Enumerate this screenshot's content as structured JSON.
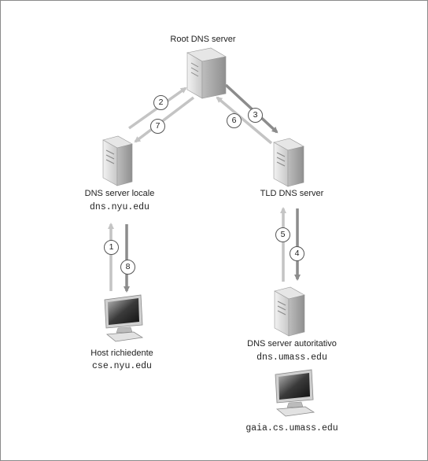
{
  "nodes": {
    "root": {
      "title": "Root DNS server"
    },
    "local": {
      "title": "DNS server locale",
      "host": "dns.nyu.edu"
    },
    "tld": {
      "title": "TLD DNS server"
    },
    "requester": {
      "title": "Host richiedente",
      "host": "cse.nyu.edu"
    },
    "auth": {
      "title": "DNS server autoritativo",
      "host": "dns.umass.edu"
    },
    "target": {
      "host": "gaia.cs.umass.edu"
    }
  },
  "steps": [
    "1",
    "2",
    "3",
    "4",
    "5",
    "6",
    "7",
    "8"
  ],
  "colors": {
    "query_arrow": "#c4c4c4",
    "reply_arrow": "#8c8c8c",
    "server_front": "#dcdcdc",
    "server_side": "#a8a8a8",
    "frame_border": "#8a8a8a"
  },
  "icons": [
    "server-icon",
    "computer-icon"
  ]
}
